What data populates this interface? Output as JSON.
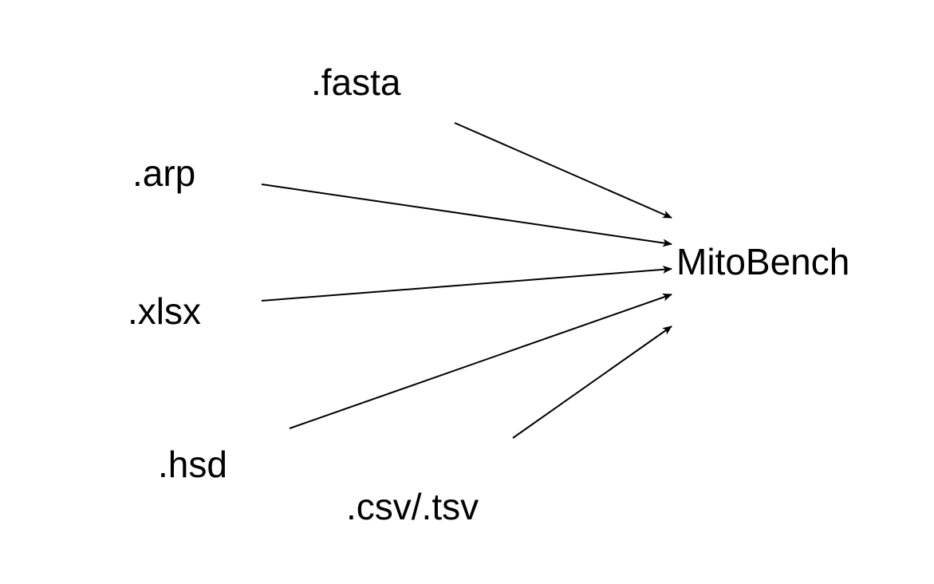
{
  "diagram": {
    "inputs": [
      {
        "id": "fasta",
        "label": ".fasta"
      },
      {
        "id": "arp",
        "label": ".arp"
      },
      {
        "id": "xlsx",
        "label": ".xlsx"
      },
      {
        "id": "hsd",
        "label": ".hsd"
      },
      {
        "id": "csv",
        "label": ".csv/.tsv"
      }
    ],
    "target": {
      "label": "MitoBench"
    },
    "edges": [
      {
        "from": "fasta",
        "to": "target"
      },
      {
        "from": "arp",
        "to": "target"
      },
      {
        "from": "xlsx",
        "to": "target"
      },
      {
        "from": "hsd",
        "to": "target"
      },
      {
        "from": "csv",
        "to": "target"
      }
    ],
    "colors": {
      "background": "#ffffff",
      "ink": "#000000"
    }
  }
}
